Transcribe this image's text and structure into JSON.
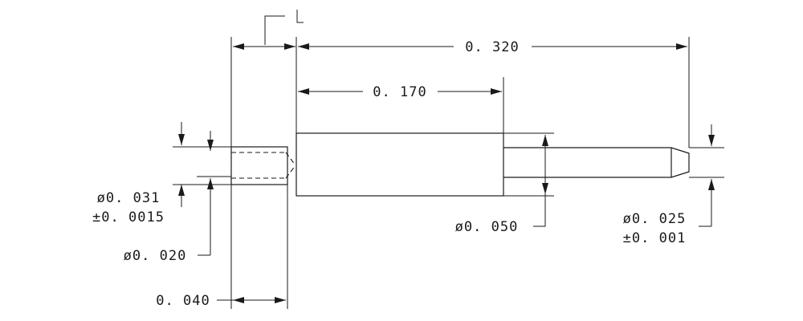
{
  "drawing": {
    "dim_overall_length": "0. 320",
    "dim_body_length": "0. 170",
    "dim_tail_length": "0. 040",
    "dim_body_diameter": "ø0. 050",
    "dim_tip_diameter_line1": "ø0. 025",
    "dim_tip_diameter_line2": "±0. 001",
    "dim_tail_diameter_line1": "ø0. 031",
    "dim_tail_diameter_line2": "±0. 0015",
    "dim_bore_diameter": "ø0. 020"
  }
}
